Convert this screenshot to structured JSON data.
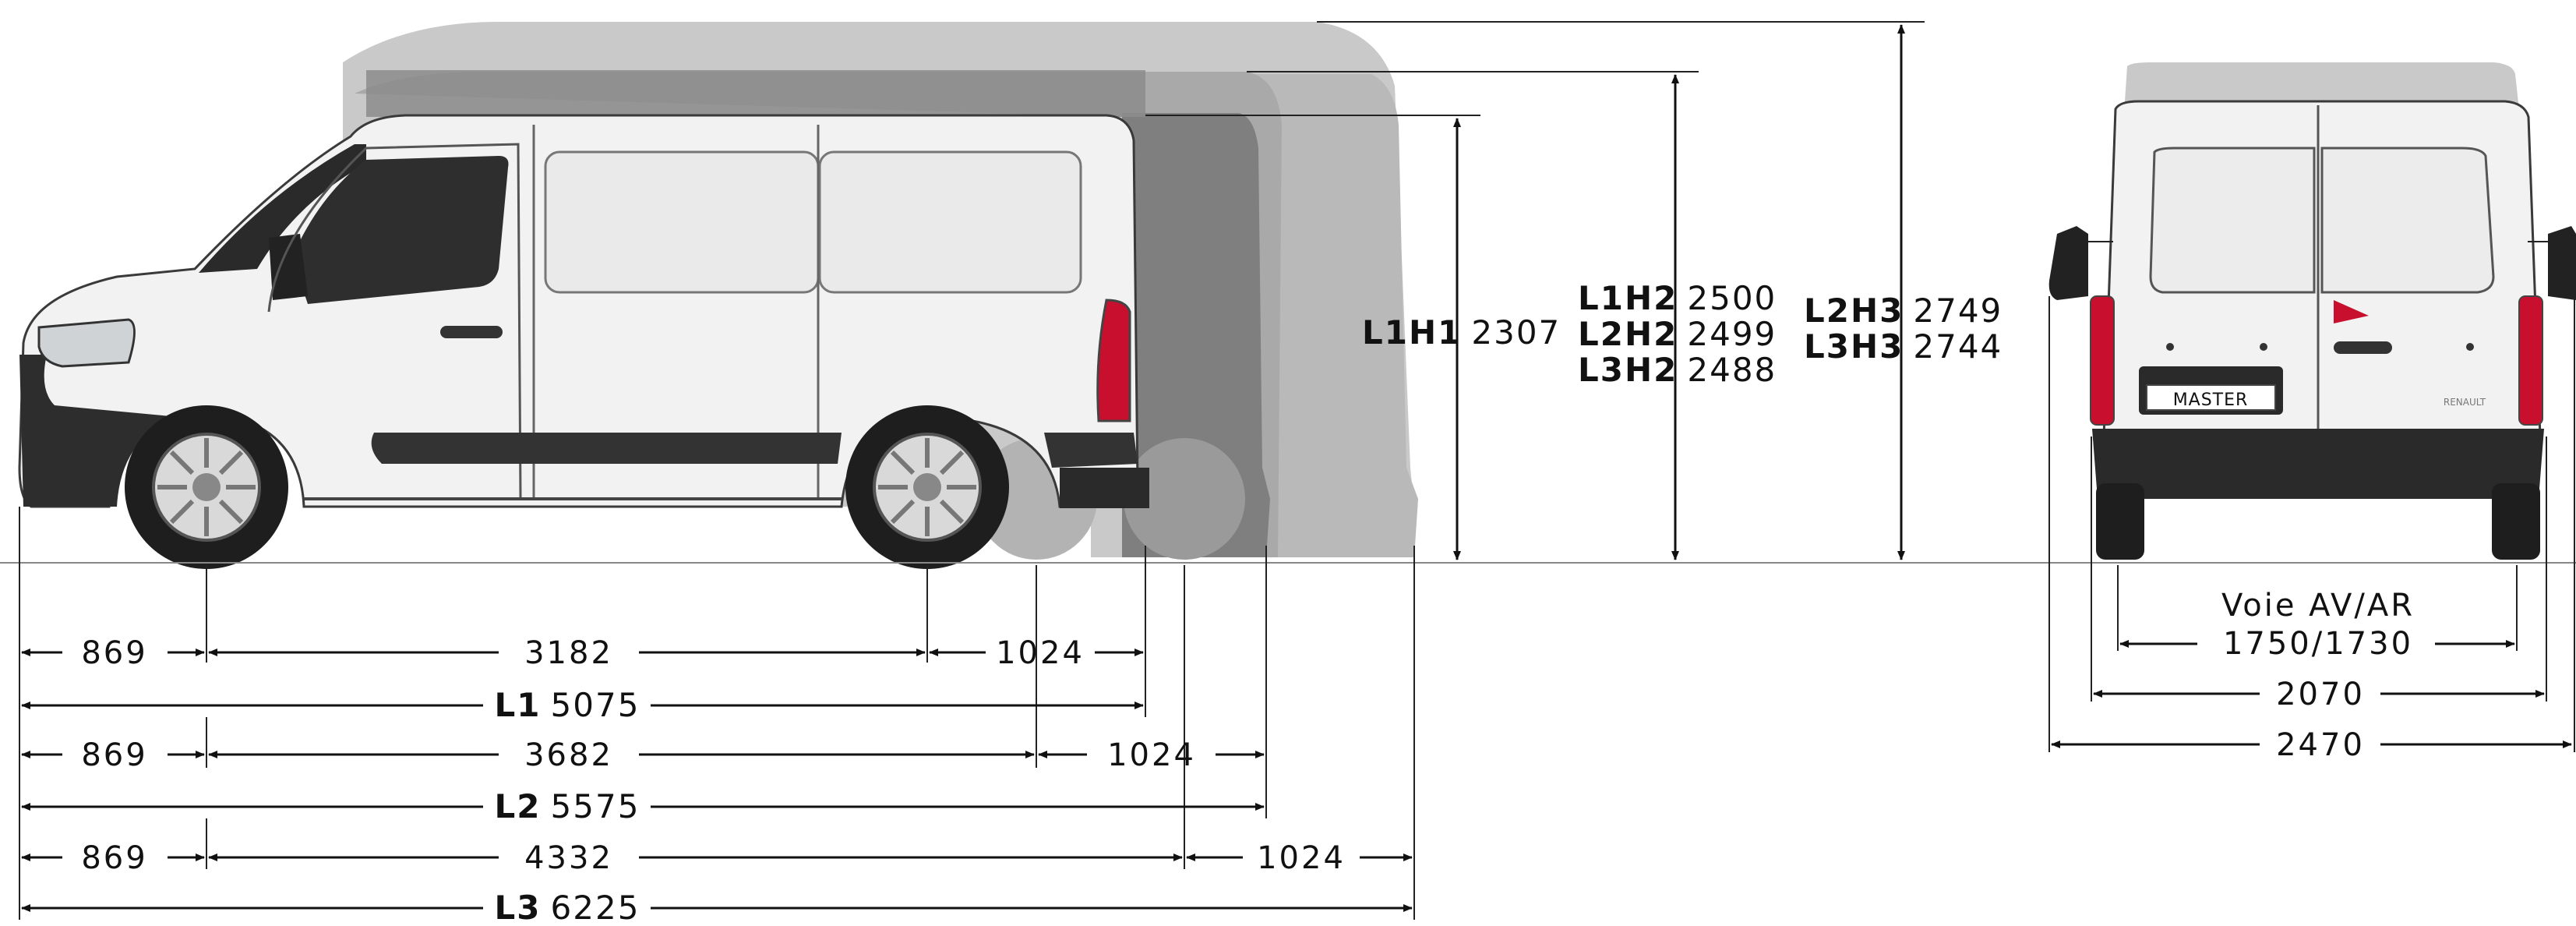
{
  "colors": {
    "body": "#f2f2f2",
    "body_outline": "#3a3a3a",
    "trim": "#333333",
    "taillight": "#c8102e",
    "h3_silhouette": "#c9c9c9",
    "h2_silhouette": "#a9a9a9",
    "l3_silhouette": "#b9b9b9",
    "l2_silhouette": "#7f7f7f",
    "roof_shadow": "#8c8c8c"
  },
  "side_view": {
    "rows": [
      {
        "front_overhang": "869",
        "wheelbase": "3182",
        "rear_overhang": "1024",
        "total_code": "L1",
        "total_value": "5075"
      },
      {
        "front_overhang": "869",
        "wheelbase": "3682",
        "rear_overhang": "1024",
        "total_code": "L2",
        "total_value": "5575"
      },
      {
        "front_overhang": "869",
        "wheelbase": "4332",
        "rear_overhang": "1024",
        "total_code": "L3",
        "total_value": "6225"
      }
    ]
  },
  "heights": {
    "h1": [
      {
        "code": "L1H1",
        "value": "2307"
      }
    ],
    "h2": [
      {
        "code": "L1H2",
        "value": "2500"
      },
      {
        "code": "L2H2",
        "value": "2499"
      },
      {
        "code": "L3H2",
        "value": "2488"
      }
    ],
    "h3": [
      {
        "code": "L2H3",
        "value": "2749"
      },
      {
        "code": "L3H3",
        "value": "2744"
      }
    ]
  },
  "rear_view": {
    "plate_text": "MASTER",
    "badge_text": "RENAULT",
    "track_label": "Voie AV/AR",
    "track_value": "1750/1730",
    "body_width": "2070",
    "mirror_width": "2470"
  }
}
